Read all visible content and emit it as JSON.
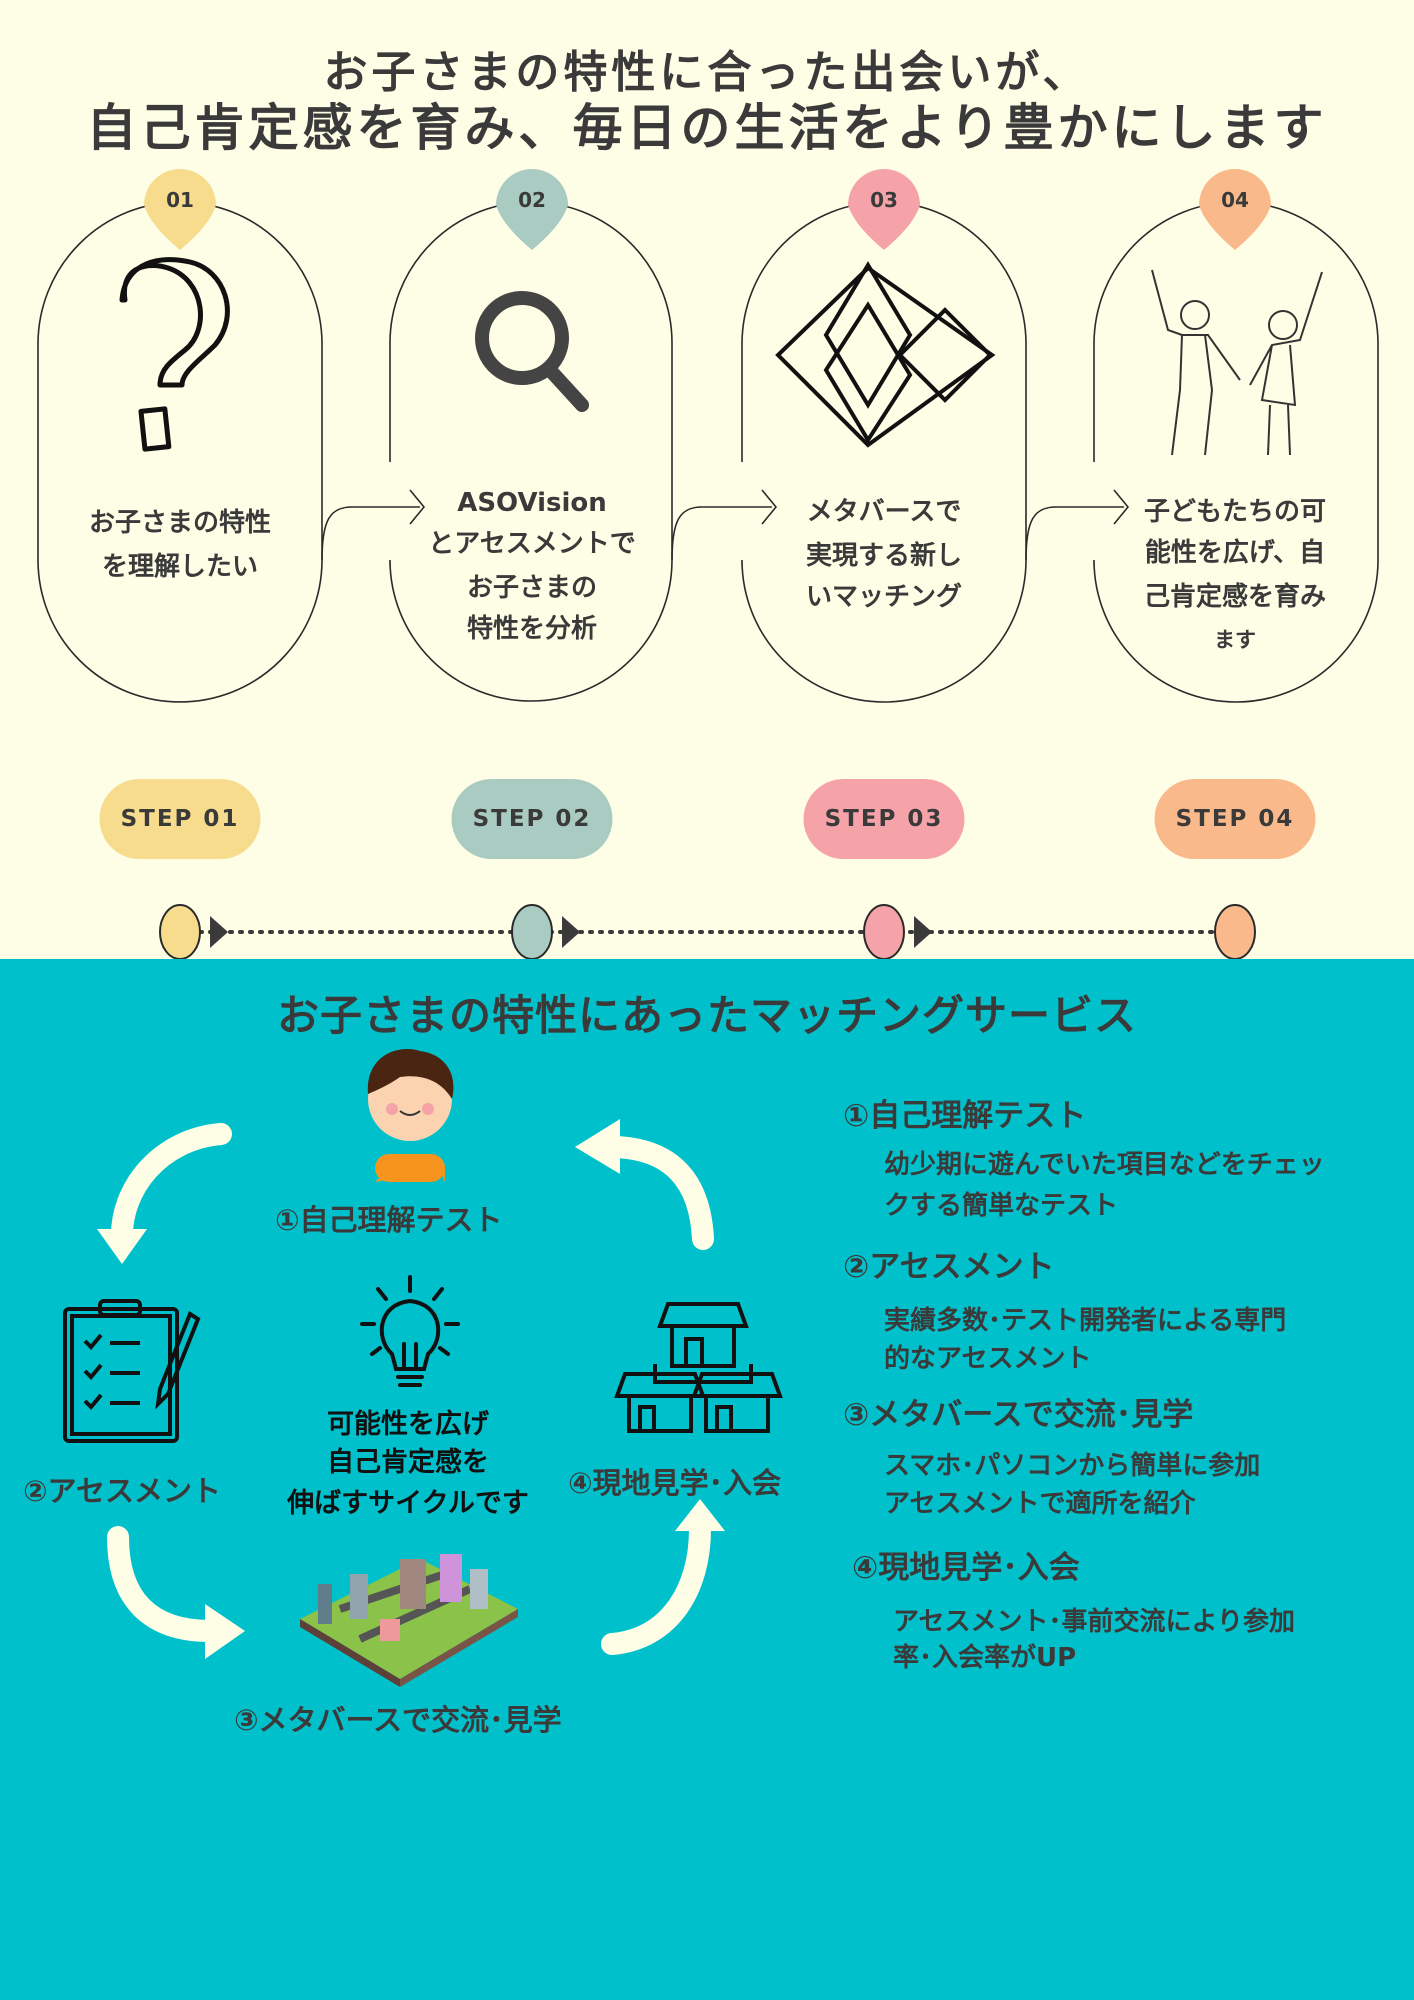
{
  "header": {
    "title_line1": "お子さまの特性に合った出会いが、",
    "title_line2": "自己肯定感を育み、毎日の生活をより豊かにします"
  },
  "colors": {
    "background": "#fefee6",
    "teal": "#00c1cb",
    "step1": "#f6dc8c",
    "step2": "#a9cbc1",
    "step3": "#f5a3a8",
    "step4": "#f9b98a",
    "text": "#3a3a3a"
  },
  "steps": [
    {
      "num": "01",
      "icon": "question-mark-icon",
      "lines": [
        "お子さまの特性",
        "を理解したい"
      ],
      "pill": "STEP 01"
    },
    {
      "num": "02",
      "icon": "magnifier-icon",
      "lines": [
        "ASOVision",
        "とアセスメントで",
        "お子さまの",
        "特性を分析"
      ],
      "pill": "STEP 02"
    },
    {
      "num": "03",
      "icon": "puzzle-icon",
      "lines": [
        "メタバースで",
        "実現する新し",
        "いマッチング"
      ],
      "pill": "STEP 03"
    },
    {
      "num": "04",
      "icon": "children-icon",
      "lines": [
        "子どもたちの可",
        "能性を広げ、自",
        "己肯定感を育み",
        "ます"
      ],
      "pill": "STEP 04"
    }
  ],
  "service": {
    "title": "お子さまの特性にあったマッチングサービス",
    "cycle": {
      "label1": "①自己理解テスト",
      "label2": "②アセスメント",
      "label3": "③メタバースで交流･見学",
      "label4": "④現地見学･入会",
      "center": [
        "可能性を広げ",
        "自己肯定感を",
        "伸ばすサイクルです"
      ]
    },
    "details": [
      {
        "heading": "①自己理解テスト",
        "lines": [
          "幼少期に遊んでいた項目などをチェッ",
          "クする簡単なテスト"
        ]
      },
      {
        "heading": "②アセスメント",
        "lines": [
          "実績多数･テスト開発者による専門",
          "的なアセスメント"
        ]
      },
      {
        "heading": "③メタバースで交流･見学",
        "lines": [
          "スマホ･パソコンから簡単に参加",
          "アセスメントで適所を紹介"
        ]
      },
      {
        "heading": "④現地見学･入会",
        "lines": [
          "アセスメント･事前交流により参加",
          "率･入会率がUP"
        ]
      }
    ]
  }
}
